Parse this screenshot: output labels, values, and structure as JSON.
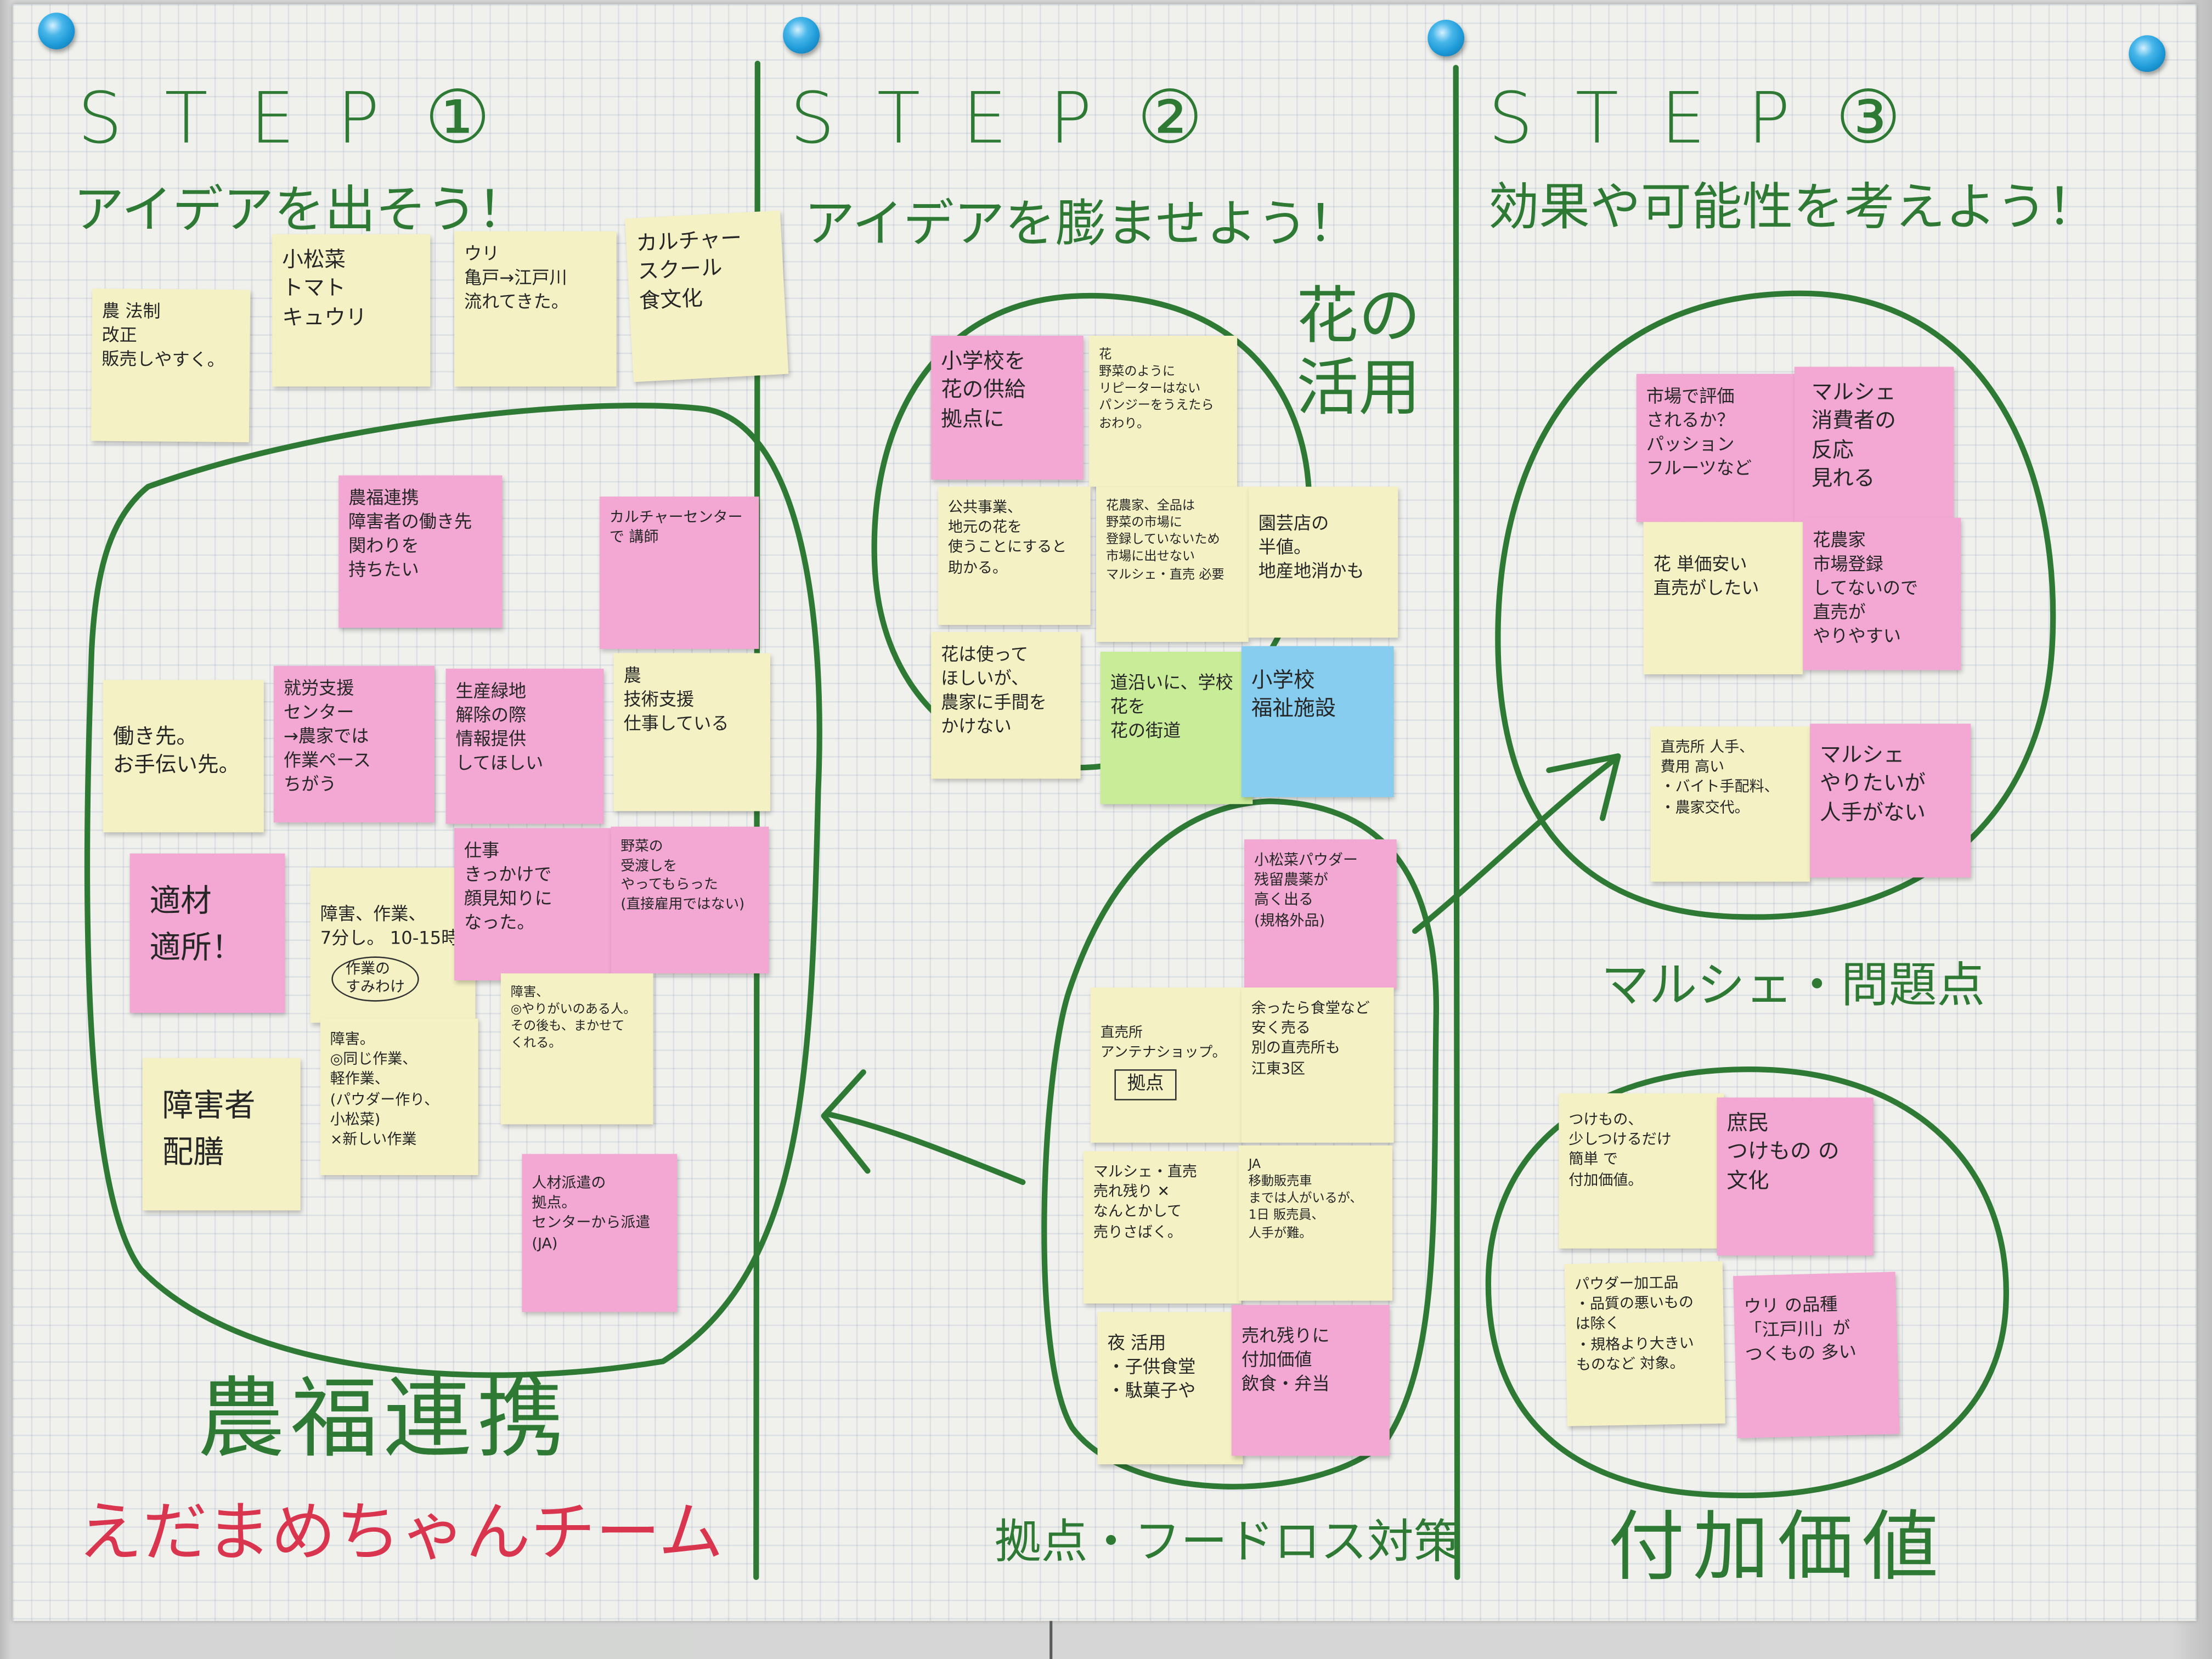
{
  "colors": {
    "paper": "#f0f0ed",
    "note_yellow": "#f4f1c4",
    "note_pink": "#f3a8d3",
    "note_green": "#c9ec98",
    "note_blue": "#86cdf0",
    "marker_green": "#2e7a35",
    "marker_red": "#d9354f",
    "magnet_blue": "#1e9ad8"
  },
  "steps": [
    {
      "label": "STEP",
      "number": "①",
      "subtitle": "アイデアを出そう！"
    },
    {
      "label": "STEP",
      "number": "②",
      "subtitle": "アイデアを膨ませよう！"
    },
    {
      "label": "STEP",
      "number": "③",
      "subtitle": "効果や可能性を考えよう！"
    }
  ],
  "step1": {
    "notes": [
      {
        "text": "農 法制\n改正\n販売しやすく。"
      },
      {
        "text": "小松菜\nトマト\nキュウリ"
      },
      {
        "text": "ウリ\n亀戸→江戸川\n流れてきた。"
      },
      {
        "text": "カルチャー\nスクール\n食文化"
      },
      {
        "text": "農福連携\n障害者の働き先\n関わりを\n持ちたい"
      },
      {
        "text": "カルチャーセンター\nで 講師"
      },
      {
        "text": "働き先。\nお手伝い先。"
      },
      {
        "text": "就労支援\nセンター\n→農家では\n作業ペース\nちがう"
      },
      {
        "text": "生産緑地\n解除の際\n情報提供\nしてほしい"
      },
      {
        "text": "農\n技術支援\n仕事している"
      },
      {
        "text": "適材\n適所！"
      },
      {
        "text": "障害、作業、\n7分し。 10-15時",
        "circled": "作業の\nすみわけ"
      },
      {
        "text": "仕事\nきっかけで\n顔見知りに\nなった。"
      },
      {
        "text": "野菜の\n受渡しを\nやってもらった\n(直接雇用ではない)"
      },
      {
        "text": "障害者\n配膳"
      },
      {
        "text": "障害。\n◎同じ作業、\n軽作業、\n(パウダー作り、\n小松菜)\n×新しい作業"
      },
      {
        "text": "障害、\n◎やりがいのある人。\nその後も、まかせて\nくれる。"
      },
      {
        "text": "人材派遣の\n拠点。\nセンターから派遣\n(JA)"
      }
    ],
    "group_title": "農福連携",
    "team_name": "えだまめちゃんチーム"
  },
  "step2": {
    "flower_title": "花の\n活用",
    "flower_notes": [
      {
        "text": "小学校を\n花の供給\n拠点に"
      },
      {
        "text": "花\n野菜のように\nリピーターはない\nパンジーをうえたら\nおわり。"
      },
      {
        "text": "公共事業、\n地元の花を\n使うことにすると\n助かる。"
      },
      {
        "text": "花農家、全品は\n野菜の市場に\n登録していないため\n市場に出せない\nマルシェ・直売 必要"
      },
      {
        "text": "園芸店の\n半値。\n地産地消かも"
      },
      {
        "text": "花は使って\nほしいが、\n農家に手間を\nかけない"
      },
      {
        "text": "道沿いに、学校\n花を\n花の街道"
      },
      {
        "text": "小学校\n福祉施設"
      }
    ],
    "hub_notes": [
      {
        "text": "小松菜パウダー\n残留農薬が\n高く出る\n(規格外品)"
      },
      {
        "text": "直売所\nアンテナショップ。",
        "boxed": "拠点"
      },
      {
        "text": "余ったら食堂など\n安く売る\n別の直売所も\n江東3区"
      },
      {
        "text": "マルシェ・直売\n売れ残り ✕\nなんとかして\n売りさばく。"
      },
      {
        "text": "JA\n移動販売車\nまでは人がいるが、\n1日 販売員、\n人手が難。"
      },
      {
        "text": "夜 活用\n・子供食堂\n・駄菓子や"
      },
      {
        "text": "売れ残りに\n付加価値\n飲食・弁当"
      }
    ],
    "hub_title": "拠点・フードロス対策"
  },
  "step3": {
    "marche_notes": [
      {
        "text": "市場で評価\nされるか？\nパッション\nフルーツなど"
      },
      {
        "text": "マルシェ\n消費者の\n反応\n見れる"
      },
      {
        "text": "花 単価安い\n直売がしたい"
      },
      {
        "text": "花農家\n市場登録\nしてないので\n直売が\nやりやすい"
      },
      {
        "text": "直売所 人手、\n費用 高い\n・バイト手配料、\n・農家交代。"
      },
      {
        "text": "マルシェ\nやりたいが\n人手がない"
      }
    ],
    "marche_title": "マルシェ・問題点",
    "value_notes": [
      {
        "text": "つけもの、\n少しつけるだけ\n簡単 で\n付加価値。"
      },
      {
        "text": "庶民\nつけもの の\n文化"
      },
      {
        "text": "パウダー加工品\n・品質の悪いもの\nは除く\n・規格より大きい\nものなど 対象。"
      },
      {
        "text": "ウリ の品種\n「江戸川」が\nつくもの 多い"
      }
    ],
    "value_title": "付加価値"
  }
}
